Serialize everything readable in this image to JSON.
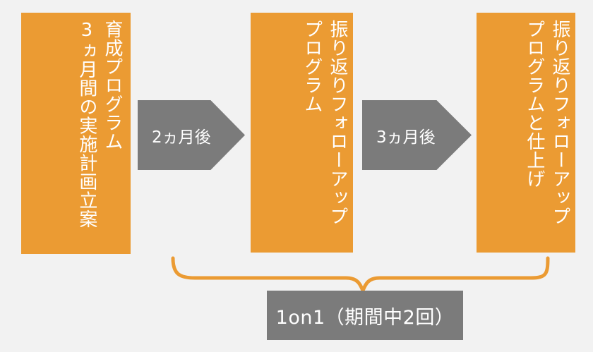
{
  "diagram": {
    "type": "process-timeline",
    "background_color": "#f2f2f2",
    "accent_color": "#eb9b33",
    "secondary_color": "#7b7b7b",
    "text_color": "#ffffff",
    "phases": [
      {
        "id": "phase-1",
        "primary_text": "育成プログラム",
        "secondary_text": "3ヵ月間の実施計画立案"
      },
      {
        "id": "phase-2",
        "primary_text": "振り返りフォローアップ",
        "secondary_text": "プログラム"
      },
      {
        "id": "phase-3",
        "primary_text": "振り返りフォローアップ",
        "secondary_text": "プログラムと仕上げ"
      }
    ],
    "arrows": [
      {
        "id": "arrow-1",
        "label": "2ヵ月後"
      },
      {
        "id": "arrow-2",
        "label": "3ヵ月後"
      }
    ],
    "brace_caption": "1on1（期間中2回）"
  }
}
